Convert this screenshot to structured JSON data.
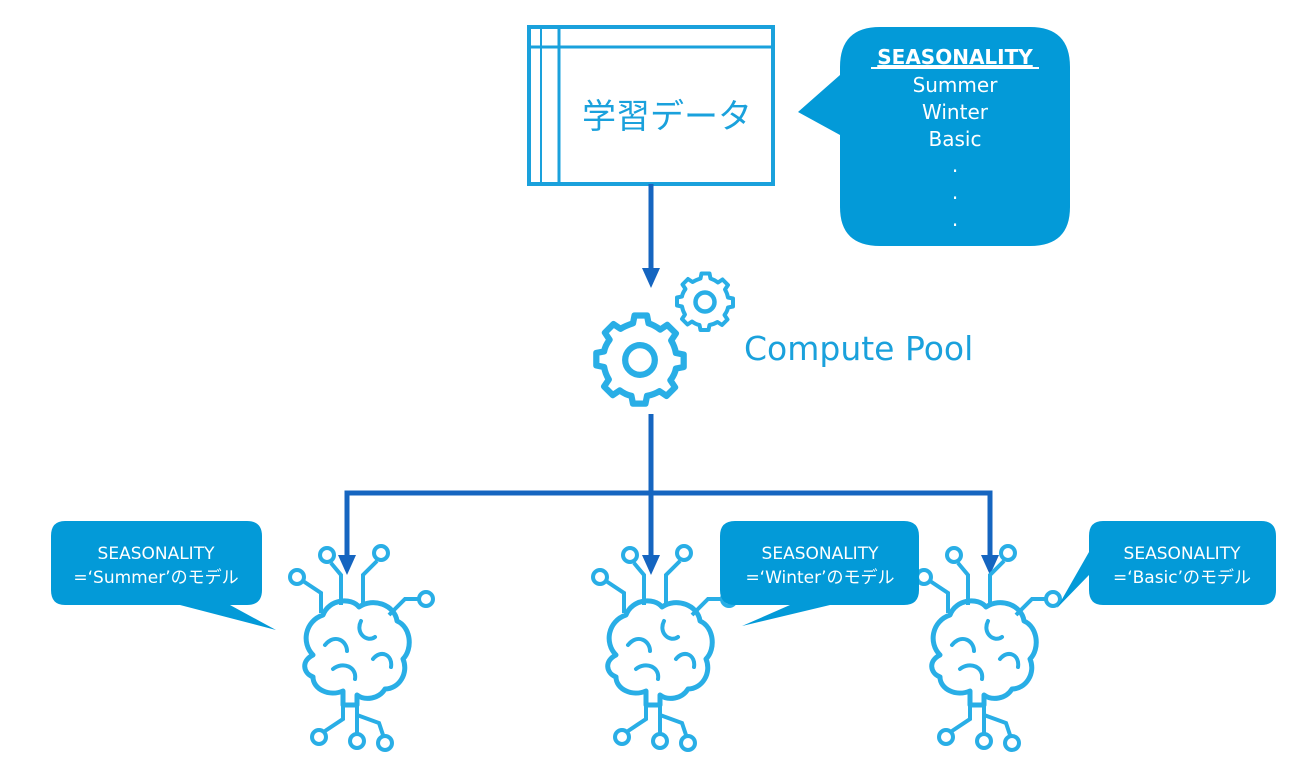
{
  "dataset": {
    "label": "学習データ"
  },
  "seasonality_callout": {
    "title": "SEASONALITY",
    "items": [
      "Summer",
      "Winter",
      "Basic",
      ".",
      ".",
      "."
    ]
  },
  "compute_pool": {
    "label": "Compute Pool"
  },
  "models": [
    {
      "line1": "SEASONALITY",
      "line2": "=‘Summer’のモデル"
    },
    {
      "line1": "SEASONALITY",
      "line2": "=‘Winter’のモデル"
    },
    {
      "line1": "SEASONALITY",
      "line2": "=‘Basic’のモデル"
    }
  ],
  "colors": {
    "accent": "#1aa1dc",
    "callout_fill": "#039ad8",
    "arrow": "#1565c0",
    "icon": "#29aee6"
  },
  "icons": {
    "dataset": "table-icon",
    "compute": "gear-icon",
    "model": "ai-brain-icon"
  }
}
